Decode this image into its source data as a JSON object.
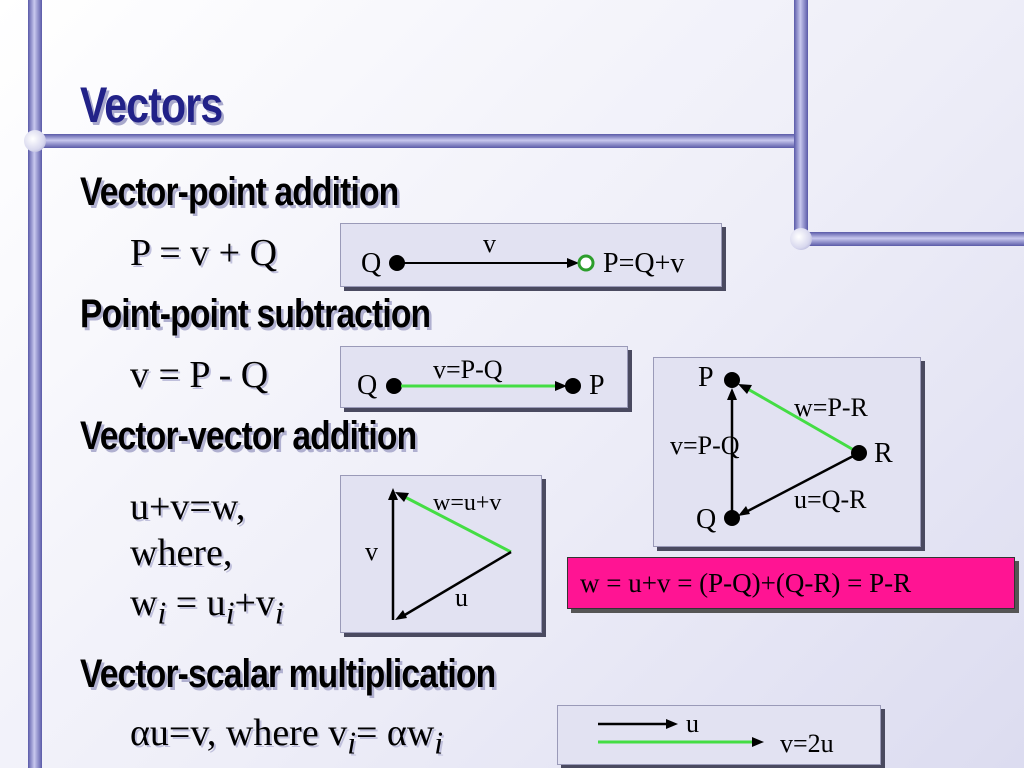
{
  "slide": {
    "title": "Vectors",
    "sections": {
      "vector_point_addition": {
        "heading": "Vector-point addition",
        "formula": "P = v + Q",
        "diagram": {
          "q_label": "Q",
          "v_label": "v",
          "p_label": "P=Q+v"
        }
      },
      "point_point_subtraction": {
        "heading": "Point-point subtraction",
        "formula": "v = P - Q",
        "diagram": {
          "q_label": "Q",
          "v_label": "v=P-Q",
          "p_label": "P"
        }
      },
      "vector_vector_addition": {
        "heading": "Vector-vector addition",
        "formula_line1": "u+v=w,",
        "formula_line2": "where,",
        "formula_line3_parts": [
          "w",
          "i",
          " = u",
          "i",
          "+v",
          "i"
        ],
        "diagram": {
          "w_label": "w=u+v",
          "v_label": "v",
          "u_label": "u"
        }
      },
      "vector_scalar_multiplication": {
        "heading": "Vector-scalar multiplication",
        "formula_parts": [
          "αu=v, where v",
          "i",
          "= αw",
          "i"
        ],
        "diagram": {
          "u_label": "u",
          "v_label": "v=2u"
        }
      }
    },
    "triangle_diagram": {
      "p_label": "P",
      "r_label": "R",
      "q_label": "Q",
      "w_label": "w=P-R",
      "v_label": "v=P-Q",
      "u_label": "u=Q-R"
    },
    "identity": "w = u+v = (P-Q)+(Q-R) = P-R",
    "colors": {
      "title": "#222288",
      "accent_green": "#44dd44",
      "highlight_pink": "#ff1493",
      "box_fill": "#e2e2f2",
      "frame_bar": "#6a6ab8"
    }
  }
}
